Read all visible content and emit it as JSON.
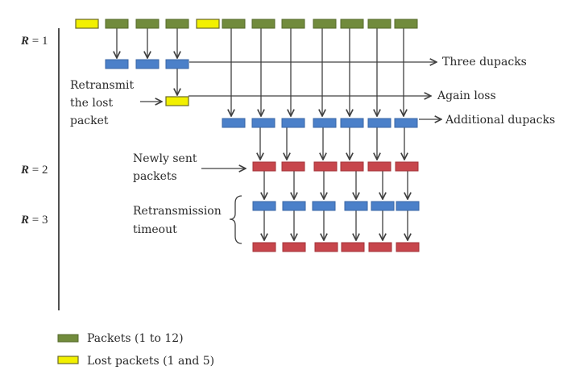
{
  "diagram": {
    "round_labels": [
      {
        "var": "R",
        "eq": " = 1"
      },
      {
        "var": "R",
        "eq": " = 2"
      },
      {
        "var": "R",
        "eq": " = 3"
      }
    ],
    "annotations": {
      "three_dupacks": "Three dupacks",
      "again_loss": "Again loss",
      "additional_dupacks": "Additional dupacks",
      "retransmit_lines": [
        "Retransmit",
        "the lost",
        "packet"
      ],
      "newly_sent_lines": [
        "Newly sent",
        "packets"
      ],
      "retransmission_timeout_lines": [
        "Retransmission",
        "timeout"
      ]
    },
    "legend": [
      {
        "kind": "green",
        "label": "Packets (1 to 12)"
      },
      {
        "kind": "yellow",
        "label": "Lost packets (1 and 5)"
      }
    ],
    "packets": {
      "top_row": [
        "yellow",
        "green",
        "green",
        "green",
        "yellow",
        "green",
        "green",
        "green",
        "green",
        "green",
        "green",
        "green"
      ],
      "lost_packets": [
        1,
        5
      ],
      "total_packets": 12,
      "three_dupacks_count": 3,
      "retransmitted_packet": 1,
      "additional_dupacks_count": 7,
      "newly_sent_count": 6,
      "timeout_dupacks_count": 6,
      "timeout_resent_count": 6
    },
    "colors": {
      "packet": "#718b3c",
      "lost": "#f2f000",
      "ack": "#4b80c9",
      "new": "#c7464c"
    }
  }
}
